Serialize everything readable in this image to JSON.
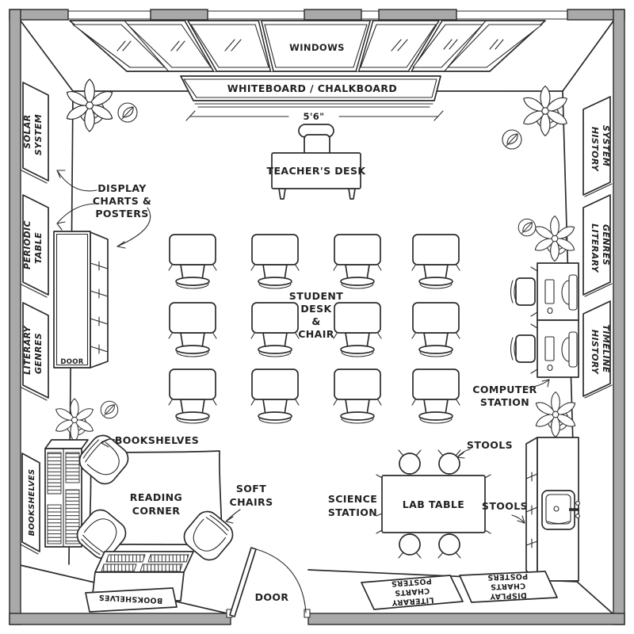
{
  "colors": {
    "wall_fill": "#a9a9a9",
    "line": "#2b2b2b",
    "background": "#ffffff"
  },
  "windows": {
    "label": "WINDOWS"
  },
  "whiteboard": {
    "label": "WHITEBOARD / CHALKBOARD",
    "dimension": "5'6\""
  },
  "teacher_desk": {
    "label": "TEACHER'S DESK"
  },
  "student_area": {
    "line1": "STUDENT",
    "line2": "DESK",
    "line3": "&",
    "line4": "CHAIR",
    "rows": 3,
    "cols": 4
  },
  "display_callout": {
    "line1": "DISPLAY",
    "line2": "CHARTS &",
    "line3": "POSTERS"
  },
  "left_signs": {
    "solar": {
      "line1": "SOLAR",
      "line2": "SYSTEM"
    },
    "periodic": {
      "line1": "PERIODIC",
      "line2": "TABLE"
    },
    "literary": {
      "line1": "LITERARY",
      "line2": "GENRES"
    },
    "bookshelves": {
      "line1": "BOOKSHELVES"
    }
  },
  "right_signs": {
    "history_system": {
      "line1": "HISTORY",
      "line2": "SYSTEM"
    },
    "literary_genres": {
      "line1": "LITERARY",
      "line2": "GENRES"
    },
    "history_timeline": {
      "line1": "HISTORY",
      "line2": "TIMELINE"
    }
  },
  "display_cabinet": {
    "door": "DOOR"
  },
  "computer_station": {
    "line1": "COMPUTER",
    "line2": "STATION"
  },
  "reading_area": {
    "bookshelves_callout": "BOOKSHELVES",
    "corner_line1": "READING",
    "corner_line2": "CORNER",
    "soft_line1": "SOFT",
    "soft_line2": "CHAIRS",
    "floor_sign": "BOOKSHELVES"
  },
  "science_area": {
    "line1": "SCIENCE",
    "line2": "STATION",
    "lab_table": "LAB TABLE",
    "stools_top": "STOOLS",
    "stools_right": "STOOLS",
    "stool_count": 4
  },
  "doors": {
    "main": "DOOR"
  },
  "floor_posters": {
    "literary": {
      "line1": "LITERARY",
      "line2": "CHARTS",
      "line3": "POSTERS"
    },
    "display": {
      "line1": "DISPLAY",
      "line2": "CHARTS",
      "line3": "POSTERS"
    }
  }
}
